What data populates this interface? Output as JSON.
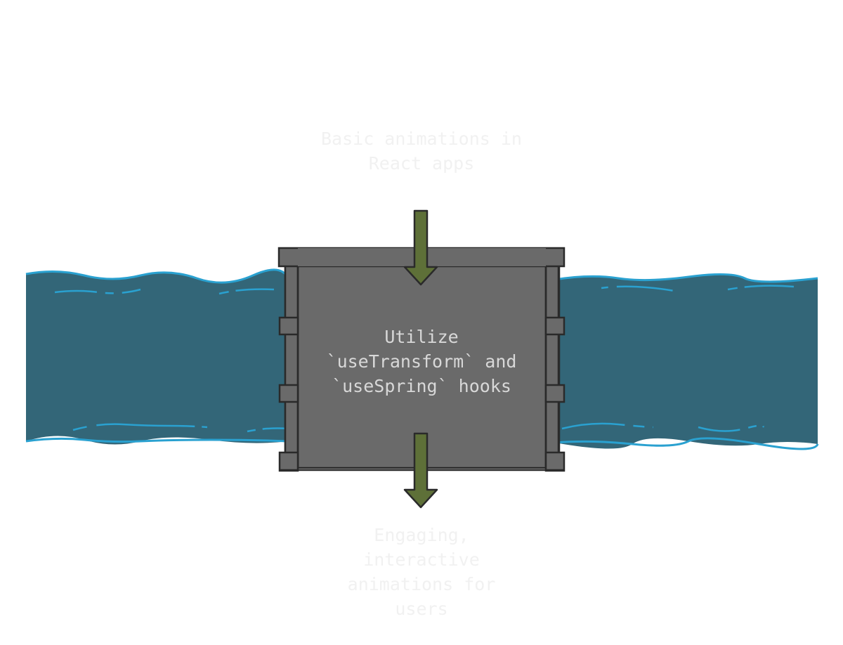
{
  "input_label": "Basic animations in\nReact apps",
  "process_label": "Utilize\n`useTransform` and\n`useSpring` hooks",
  "output_label": "Engaging,\ninteractive\nanimations for\nusers",
  "colors": {
    "water": "#336678",
    "water_line": "#2aa1d0",
    "gate": "#6a6a6a",
    "gate_stroke": "#2a2a2a",
    "arrow": "#5e7038"
  }
}
